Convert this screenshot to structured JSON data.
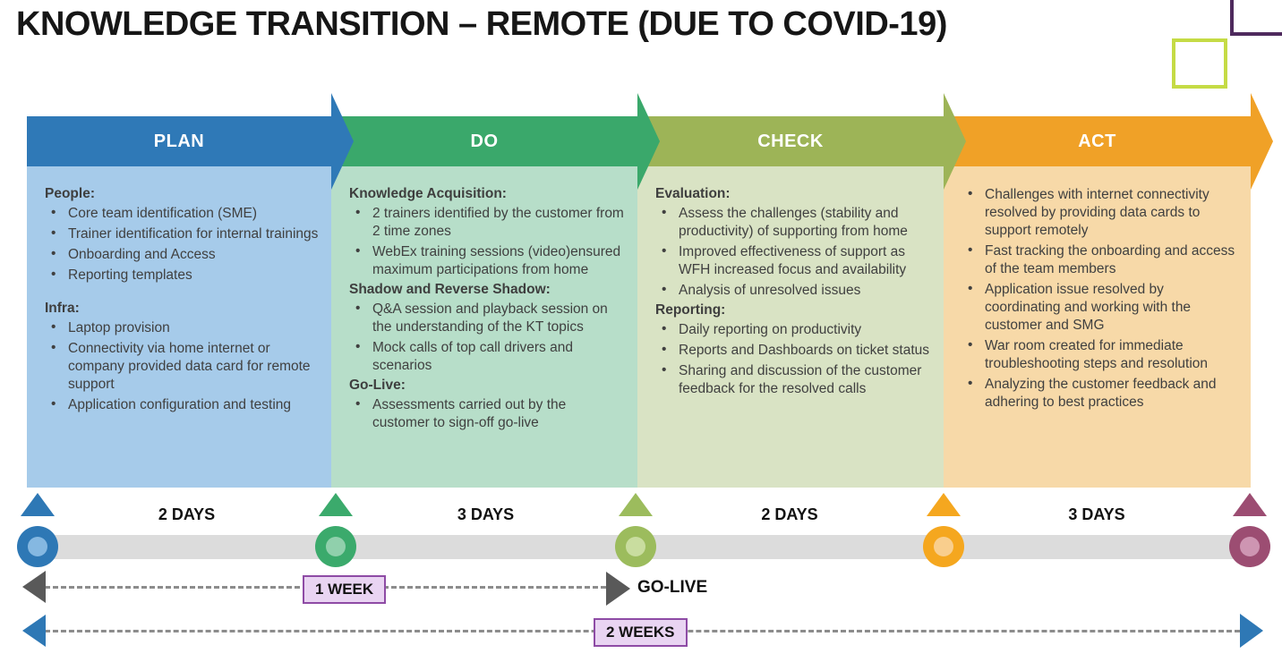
{
  "title": "KNOWLEDGE TRANSITION – REMOTE (DUE TO COVID-19)",
  "decor": {
    "purple_square_color": "#4E2A5D",
    "lime_square_color": "#C5DB45"
  },
  "phases": [
    {
      "name": "PLAN",
      "header_color": "#2F79B7",
      "body_color": "#A6CBEA",
      "sections": [
        {
          "heading": "People:",
          "items": [
            "Core team identification (SME)",
            "Trainer identification for internal trainings",
            "Onboarding and Access",
            "Reporting templates"
          ]
        },
        {
          "heading": "Infra:",
          "items": [
            "Laptop provision",
            "Connectivity via home internet or company provided data card for remote support",
            "Application configuration and testing"
          ]
        }
      ]
    },
    {
      "name": "DO",
      "header_color": "#3AA86B",
      "body_color": "#B7DEC9",
      "sections": [
        {
          "heading": "Knowledge Acquisition:",
          "items": [
            "2 trainers identified by the customer from 2 time zones",
            "WebEx training sessions (video)ensured maximum participations from home"
          ]
        },
        {
          "heading": "Shadow and Reverse Shadow:",
          "items": [
            "Q&A session and playback session on the understanding of the KT topics",
            "Mock calls of top call drivers and scenarios"
          ]
        },
        {
          "heading": "Go-Live:",
          "items": [
            "Assessments carried out by the customer to sign-off go-live"
          ]
        }
      ]
    },
    {
      "name": "CHECK",
      "header_color": "#9DB457",
      "body_color": "#D9E3C4",
      "sections": [
        {
          "heading": "Evaluation:",
          "items": [
            "Assess the challenges (stability and productivity) of supporting from home",
            "Improved effectiveness of support as WFH increased focus and availability",
            "Analysis of unresolved issues"
          ]
        },
        {
          "heading": "Reporting:",
          "items": [
            "Daily reporting on productivity",
            "Reports and Dashboards on ticket status",
            "Sharing and discussion of the customer feedback for the resolved calls"
          ]
        }
      ]
    },
    {
      "name": "ACT",
      "header_color": "#F0A127",
      "body_color": "#F7D9A8",
      "sections": [
        {
          "heading": "",
          "items": [
            "Challenges with internet connectivity resolved by providing data cards to support remotely",
            "Fast tracking the onboarding and access of the team members",
            "Application issue resolved by coordinating and working with the customer and SMG",
            "War room created for immediate troubleshooting steps and resolution",
            "Analyzing the customer feedback and adhering to best practices"
          ]
        }
      ]
    }
  ],
  "timeline": {
    "durations": [
      "2 DAYS",
      "3 DAYS",
      "2 DAYS",
      "3 DAYS"
    ],
    "milestones": [
      {
        "name": "plan-start",
        "color": "#2E78B5",
        "inner": "#85B8E1"
      },
      {
        "name": "do-start",
        "color": "#3BAA6C",
        "inner": "#90D0AC"
      },
      {
        "name": "check-start",
        "color": "#9CBC5D",
        "inner": "#C9DD9F"
      },
      {
        "name": "act-start",
        "color": "#F5A71F",
        "inner": "#F9CE8D"
      },
      {
        "name": "end",
        "color": "#9C4D72",
        "inner": "#CE95B2"
      }
    ],
    "week1_label": "1 WEEK",
    "golive_label": "GO-LIVE",
    "weeks2_label": "2 WEEKS",
    "bar_color": "#DCDCDC",
    "dash_color": "#8C8C8C",
    "golive_arrow_color": "#595959",
    "span_arrow_color": "#2E78B5",
    "label_box_fill": "#E9D4F2",
    "label_box_border": "#8E4BA5"
  }
}
